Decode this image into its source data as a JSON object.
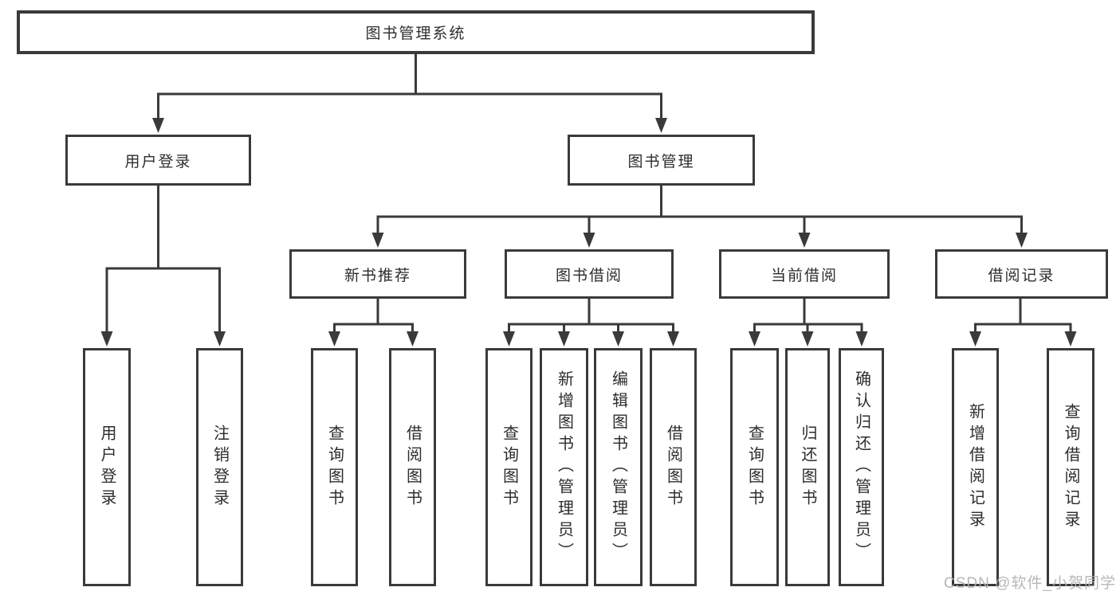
{
  "tree": {
    "label": "图书管理系统",
    "children": [
      {
        "label": "用户登录",
        "children": [
          {
            "label": "用户登录"
          },
          {
            "label": "注销登录"
          }
        ]
      },
      {
        "label": "图书管理",
        "children": [
          {
            "label": "新书推荐",
            "children": [
              {
                "label": "查询图书"
              },
              {
                "label": "借阅图书"
              }
            ]
          },
          {
            "label": "图书借阅",
            "children": [
              {
                "label": "查询图书"
              },
              {
                "label": "新增图书（管理员）"
              },
              {
                "label": "编辑图书（管理员）"
              },
              {
                "label": "借阅图书"
              }
            ]
          },
          {
            "label": "当前借阅",
            "children": [
              {
                "label": "查询图书"
              },
              {
                "label": "归还图书"
              },
              {
                "label": "确认归还（管理员）"
              }
            ]
          },
          {
            "label": "借阅记录",
            "children": [
              {
                "label": "新增借阅记录"
              },
              {
                "label": "查询借阅记录"
              }
            ]
          }
        ]
      }
    ]
  },
  "watermark": {
    "text": "CSDN @软件_小贺同学"
  },
  "colors": {
    "line": "#3a3a3c",
    "text": "#2d2d2d",
    "background": "#ffffff",
    "watermark": "#b0b0b0"
  }
}
